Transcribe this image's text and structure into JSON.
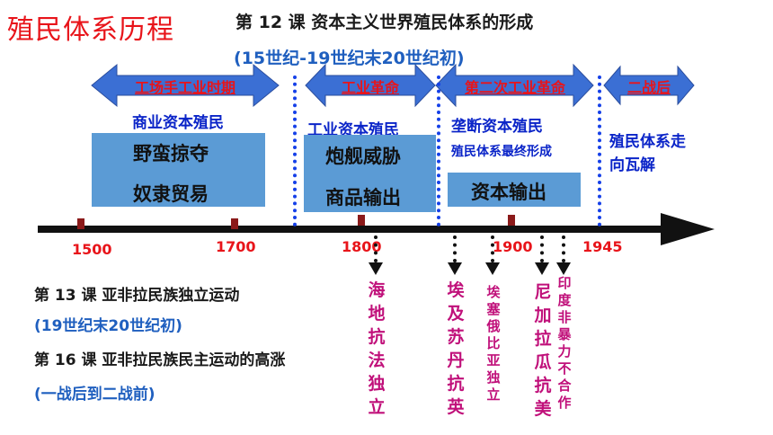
{
  "title": "殖民体系历程",
  "lesson12": {
    "label": "第 12 课  资本主义世界殖民体系的形成",
    "range": "(15世纪-19世纪末20世纪初)"
  },
  "eras": [
    {
      "label": "工场手工业时期"
    },
    {
      "label": "工业革命"
    },
    {
      "label": "第二次工业革命"
    },
    {
      "label": "二战后"
    }
  ],
  "colonial_types": [
    "商业资本殖民",
    "工业资本殖民",
    "垄断资本殖民",
    "殖民体系最终形成"
  ],
  "boxes": {
    "box1": [
      "野蛮掠夺",
      "奴隶贸易"
    ],
    "box2": [
      "炮舰威胁",
      "商品输出"
    ],
    "box3": [
      "资本输出"
    ]
  },
  "collapse_text": "殖民体系走向瓦解",
  "years": [
    "1500",
    "1700",
    "1800",
    "1900",
    "1945"
  ],
  "events": [
    "海地抗法独立",
    "埃及苏丹抗英",
    "埃塞俄比亚独立",
    "尼加拉瓜抗美",
    "印度非暴力不合作"
  ],
  "lesson13": {
    "label": "第 13 课  亚非拉民族独立运动",
    "range": "(19世纪末20世纪初)"
  },
  "lesson16": {
    "label": "第 16 课  亚非拉民族民主运动的高涨",
    "range": "(一战后到二战前)"
  },
  "colors": {
    "arrow_fill": "#3b6fd4",
    "box_fill": "#5b9bd5",
    "accent_red": "#e8141a",
    "event_magenta": "#c0107a"
  }
}
